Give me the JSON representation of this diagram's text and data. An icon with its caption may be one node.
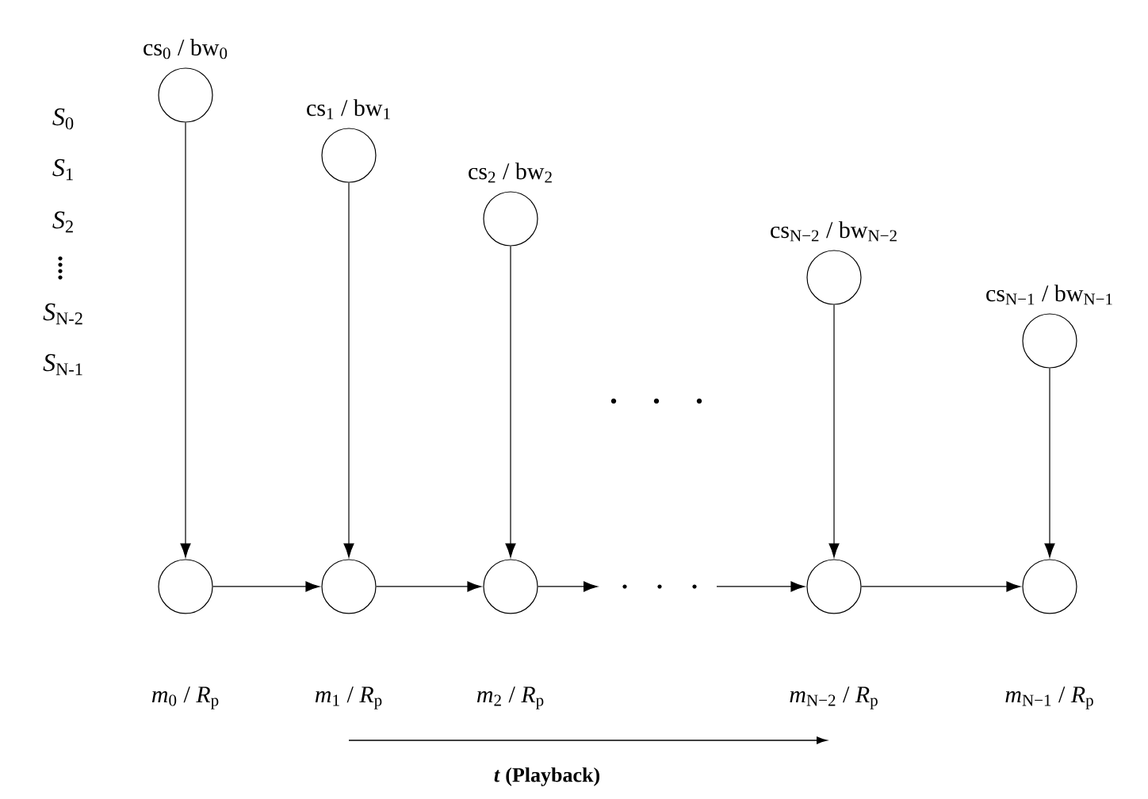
{
  "diagram": {
    "nodes": [
      {
        "text": [],
        "shape": "circle",
        "beside": [
          "cs$_{0}$ / bw$_{0}$"
        ]
      },
      {
        "text": [],
        "shape": "circle",
        "beside": [
          "cs$_{1}$ / bw$_{1}$"
        ]
      },
      {
        "text": [],
        "shape": "circle",
        "beside": [
          "cs$_{2}$ / bw$_{2}$"
        ]
      },
      {
        "text": [],
        "shape": "circle",
        "beside": [
          "cs$_{N−2}$ / bw$_{N−2}$"
        ]
      },
      {
        "text": [],
        "shape": "circle",
        "beside": [
          "cs$_{N−1}$ / bw$_{N−1}$"
        ]
      },
      {
        "text": [],
        "shape": "circle",
        "beside": [
          "*m*$_{0}$ / *R*$_{p}$"
        ]
      },
      {
        "text": [],
        "shape": "circle",
        "beside": [
          "*m*$_{1}$ / *R*$_{p}$"
        ]
      },
      {
        "text": [],
        "shape": "circle",
        "beside": [
          "*m*$_{2}$ / *R*$_{p}$"
        ]
      },
      {
        "text": [],
        "shape": "circle",
        "beside": [
          "*m*$_{N−2}$ / *R*$_{p}$"
        ]
      },
      {
        "text": [],
        "shape": "circle",
        "beside": [
          "*m*$_{N−1}$ / *R*$_{p}$"
        ]
      }
    ],
    "edges": [
      {
        "from": 0,
        "to": 5,
        "arrow": "to"
      },
      {
        "from": 1,
        "to": 6,
        "arrow": "to"
      },
      {
        "from": 2,
        "to": 7,
        "arrow": "to"
      },
      {
        "from": 3,
        "to": 8,
        "arrow": "to"
      },
      {
        "from": 4,
        "to": 9,
        "arrow": "to"
      },
      {
        "from": 5,
        "to": 6,
        "arrow": "to"
      },
      {
        "from": 6,
        "to": 7,
        "arrow": "to"
      },
      {
        "from": 7,
        "to": null,
        "arrow": "to"
      },
      {
        "from": null,
        "to": 8,
        "arrow": "to"
      },
      {
        "from": 8,
        "to": 9,
        "arrow": "to"
      }
    ],
    "labels": [
      "*S*$_{0}$",
      "*S*$_{1}$",
      "*S*$_{2}$",
      "*S*$_{N-2}$",
      "*S*$_{N-1}$",
      "*t* (Playback)"
    ]
  }
}
